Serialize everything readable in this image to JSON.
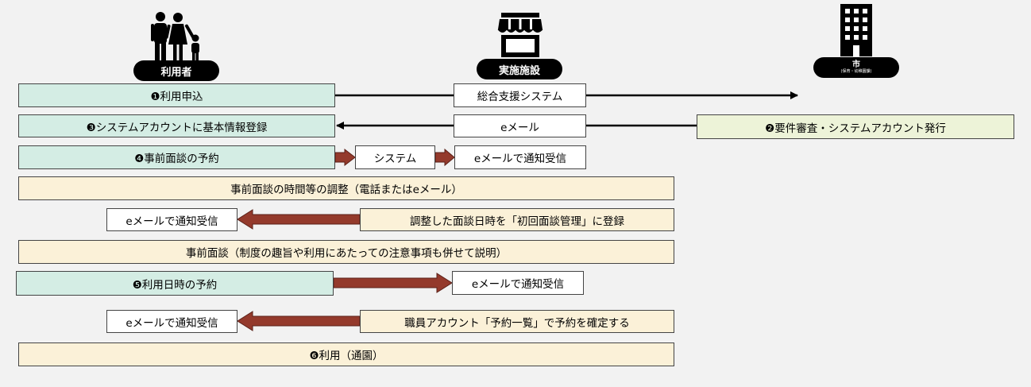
{
  "actors": {
    "user": {
      "label": "利用者",
      "icon": "family-icon"
    },
    "facility": {
      "label": "実施施設",
      "icon": "store-icon"
    },
    "city": {
      "label": "市",
      "sublabel": "(保育・幼稚園課)",
      "icon": "building-icon"
    }
  },
  "steps": {
    "apply": "❶利用申込",
    "system_main": "総合支援システム",
    "register_account": "❸システムアカウントに基本情報登録",
    "email_1": "eメール",
    "review_issue": "❷要件審査・システムアカウント発行",
    "reserve_pre": "❹事前面談の予約",
    "system_small": "システム",
    "notify_1": "eメールで通知受信",
    "adjust_time": "事前面談の時間等の調整（電話またはeメール）",
    "notify_2": "eメールで通知受信",
    "register_date": "調整した面談日時を「初回面談管理」に登録",
    "pre_interview": "事前面談（制度の趣旨や利用にあたっての注意事項も併せて説明）",
    "reserve_use": "❺利用日時の予約",
    "notify_3": "eメールで通知受信",
    "notify_4": "eメールで通知受信",
    "confirm_reservation": "職員アカウント「予約一覧」で予約を確定する",
    "use": "❻利用（通園）"
  },
  "colors": {
    "green_box": "#d4ede4",
    "beige_box": "#fbf1d8",
    "lime_box": "#edf3d8",
    "red_arrow": "#943a2c"
  }
}
